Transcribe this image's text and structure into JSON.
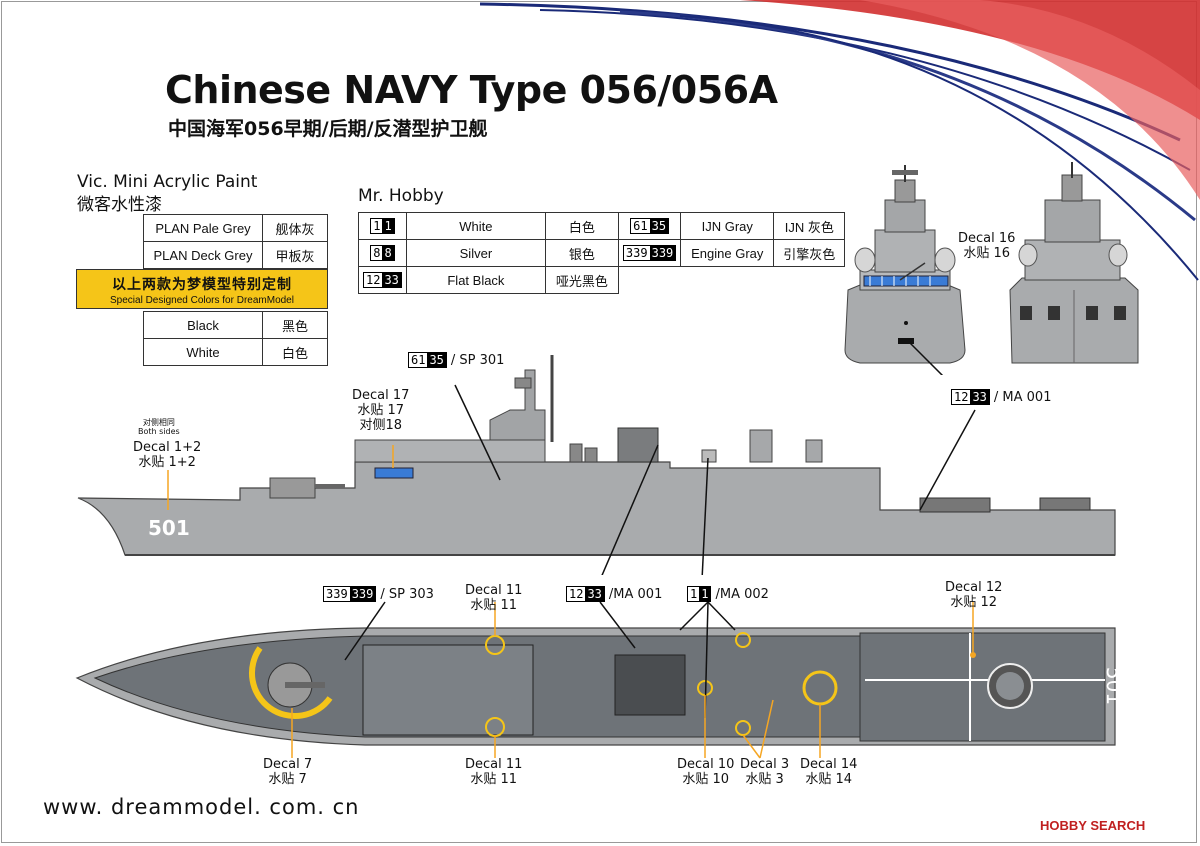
{
  "title": "Chinese NAVY Type 056/056A",
  "subtitle": "中国海军056早期/后期/反潜型护卫舰",
  "vic_paint": {
    "heading_en": "Vic. Mini Acrylic Paint",
    "heading_cn": "微客水性漆",
    "rows": [
      {
        "en": "PLAN Pale Grey",
        "cn": "舰体灰"
      },
      {
        "en": "PLAN Deck Grey",
        "cn": "甲板灰"
      }
    ],
    "special_cn": "以上两款为梦模型特别定制",
    "special_en": "Special Designed Colors for DreamModel",
    "rows2": [
      {
        "en": "Black",
        "cn": "黑色"
      },
      {
        "en": "White",
        "cn": "白色"
      }
    ]
  },
  "mr_hobby": {
    "heading": "Mr. Hobby",
    "rows": [
      [
        {
          "code_w": "1",
          "code_b": "1",
          "en": "White",
          "cn": "白色"
        },
        {
          "code_w": "61",
          "code_b": "35",
          "en": "IJN Gray",
          "cn": "IJN 灰色"
        }
      ],
      [
        {
          "code_w": "8",
          "code_b": "8",
          "en": "Silver",
          "cn": "银色"
        },
        {
          "code_w": "339",
          "code_b": "339",
          "en": "Engine Gray",
          "cn": "引擎灰色"
        }
      ],
      [
        {
          "code_w": "12",
          "code_b": "33",
          "en": "Flat Black",
          "cn": "哑光黑色"
        }
      ]
    ]
  },
  "callouts": {
    "sp301": {
      "code_w": "61",
      "code_b": "35",
      "text": "/ SP 301"
    },
    "ma001_side": {
      "code_w": "12",
      "code_b": "33",
      "text": "/ MA 001"
    },
    "sp303": {
      "code_w": "339",
      "code_b": "339",
      "text": "/ SP 303"
    },
    "ma001_top": {
      "code_w": "12",
      "code_b": "33",
      "text": "/MA 001"
    },
    "ma002": {
      "code_w": "1",
      "code_b": "1",
      "text": "/MA 002"
    }
  },
  "decals": {
    "d16": [
      "Decal 16",
      "水贴 16"
    ],
    "d17": [
      "Decal 17",
      "水贴 17",
      "对侧18"
    ],
    "d12_both_cn": "对侧相同",
    "d12_both_en": "Both sides",
    "d12": [
      "Decal 1+2",
      "水贴 1+2"
    ],
    "d11a": [
      "Decal  11",
      "水贴 11"
    ],
    "d12b": [
      "Decal  12",
      "水贴 12"
    ],
    "d7": [
      "Decal  7",
      "水贴 7"
    ],
    "d11b": [
      "Decal  11",
      "水贴 11"
    ],
    "d10": [
      "Decal  10",
      "水贴 10"
    ],
    "d3": [
      "Decal  3",
      "水贴 3"
    ],
    "d14": [
      "Decal  14",
      "水贴 14"
    ]
  },
  "hull_number": "501",
  "website": "www. dreammodel. com. cn",
  "watermark": "HOBBY SEARCH",
  "colors": {
    "hull": "#a9abad",
    "deck": "#6e7378",
    "yellow": "#f5c518",
    "accent_red": "#d23030",
    "accent_blue": "#1a2a78"
  }
}
